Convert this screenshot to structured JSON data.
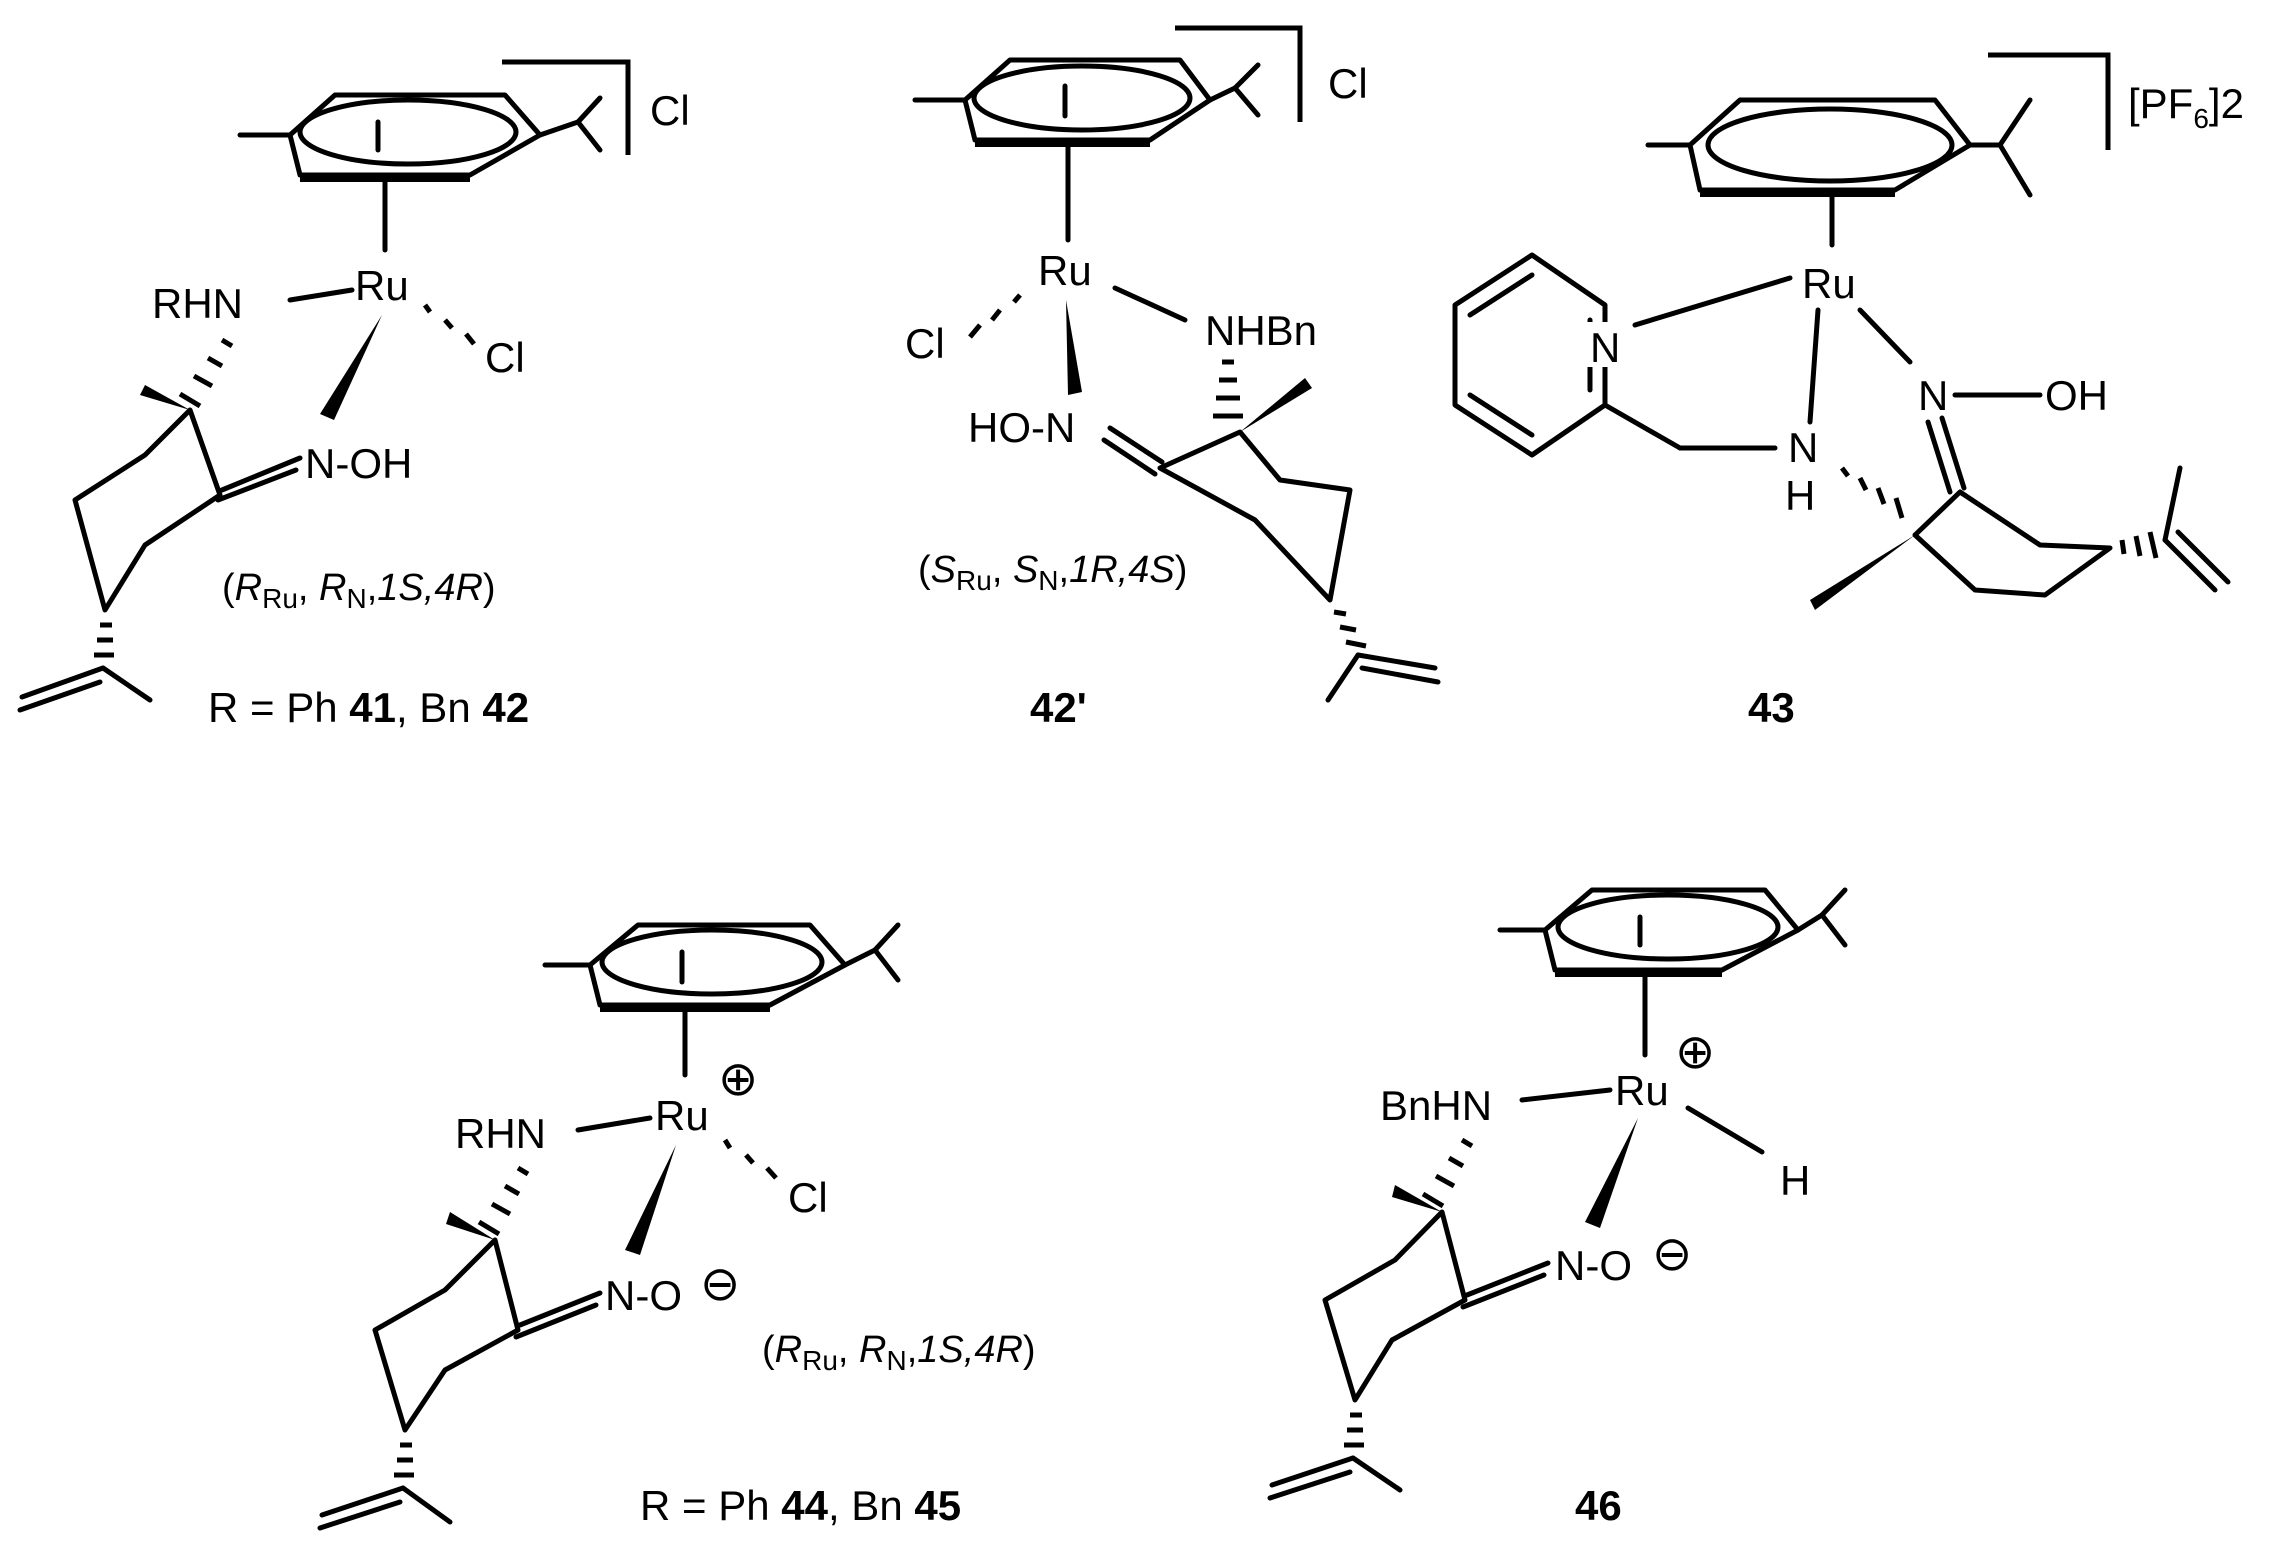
{
  "compounds": {
    "c41": {
      "metal": "Ru",
      "amine": "RHN",
      "chloride_ligand": "Cl",
      "oxime": "N-OH",
      "counterion": "Cl",
      "stereo_parts": [
        "(",
        "R",
        "Ru",
        ", ",
        "R",
        "N",
        ",",
        "1S,4R",
        ")"
      ],
      "label_prefix": "R = Ph ",
      "label_num1": "41",
      "label_mid": ", Bn ",
      "label_num2": "42"
    },
    "c42p": {
      "metal": "Ru",
      "amine": "NHBn",
      "chloride_ligand": "Cl",
      "oxime": "HO-N",
      "counterion": "Cl",
      "stereo_parts": [
        "(",
        "S",
        "Ru",
        ", ",
        "S",
        "N",
        ",",
        "1R,4S",
        ")"
      ],
      "label_num": "42'"
    },
    "c43": {
      "metal": "Ru",
      "pyridine_n": "N",
      "amine_n": "N",
      "amine_h": "H",
      "oxime_n": "N",
      "oxime_oh": "OH",
      "counterion_main": "[PF",
      "counterion_sub": "6",
      "counterion_end": "]2",
      "label_num": "43"
    },
    "c44": {
      "metal": "Ru",
      "amine": "RHN",
      "chloride_ligand": "Cl",
      "oxime": "N-O",
      "charge_plus": "⊕",
      "charge_minus": "⊖",
      "stereo_parts": [
        "(",
        "R",
        "Ru",
        ", ",
        "R",
        "N",
        ",",
        "1S,4R",
        ")"
      ],
      "label_prefix": "R = Ph ",
      "label_num1": "44",
      "label_mid": ", Bn ",
      "label_num2": "45"
    },
    "c46": {
      "metal": "Ru",
      "amine": "BnHN",
      "hydride": "H",
      "oxime": "N-O",
      "charge_plus": "⊕",
      "charge_minus": "⊖",
      "label_num": "46"
    }
  }
}
